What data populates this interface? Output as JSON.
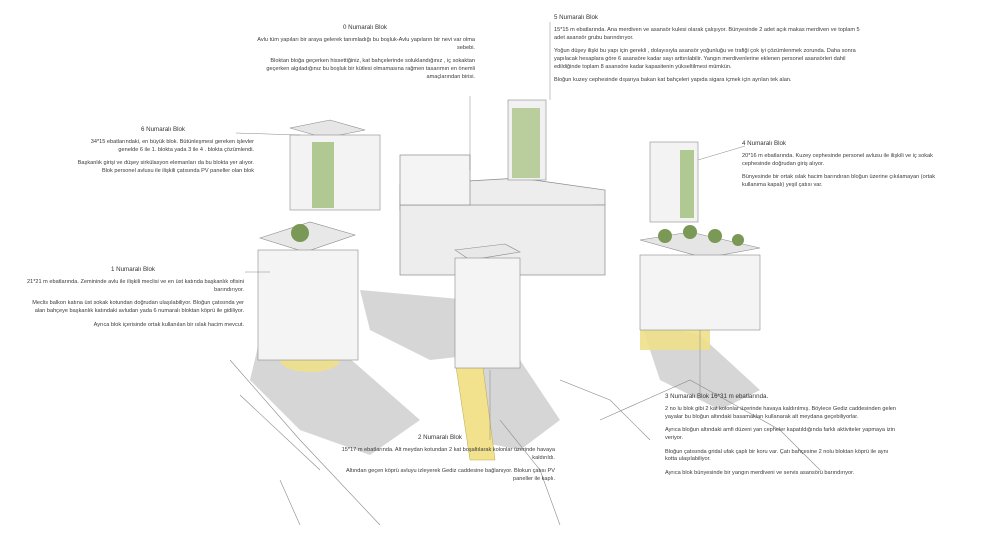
{
  "blocks": {
    "b0": {
      "title": "0 Numaralı Blok",
      "p1": "Avlu tüm yapıları bir araya gelerek tanımladığı bu boşluk-Avlu yapıların bir nevi var olma sebebi.",
      "p2": "Bloktan bloğa geçerken hissettiğiniz, kat bahçelerinde soluklandığınız , iç sokaktan geçerken algıladığınız bu boşluk bir kütlesi olmamasına rağmen tasarımın en önemli amaçlarından birisi."
    },
    "b5": {
      "title": "5 Numaralı Blok",
      "p1": "15*15 m ebatlarında. Ana merdiven ve asansör kulesi olarak çalışıyor. Bünyesinde 2 adet açık makas merdiven ve toplam 5 adet asansör grubu barındırıyor.",
      "p2": "Yoğun düşey ilişki bu yapı için gerekli , dolayısıyla asansör yoğunluğu ve trafiği çok iyi çözümlenmek zorunda. Daha sonra yapılacak hesaplara göre 6 asansöre kadar sayı arttırılabilir. Yangın merdivenlerine eklenen personel asansörleri dahil edildiğinde toplam 8 asansöre kadar kapasitenin yükseltilmesi mümkün.",
      "p3": "Bloğun kuzey cephesinde dışarıya bakan kat bahçeleri yapıda sigara içmek için ayrılan tek alan."
    },
    "b6": {
      "title": "6 Numaralı Blok",
      "p1": "34*15 ebatlarındaki, en büyük blok. Bütünleşmesi gereken işlevler genelde 6 ile 1. blokta yada 3 ile 4 . blokta çözümlendi.",
      "p2": "Başkanlık girişi ve düşey sirkülasyon elemanları da bu blokta yer alıyor. Blok personel avlusu ile ilişkili çatısında PV paneller olan blok"
    },
    "b4": {
      "title": "4 Numaralı Blok",
      "p1": "20*16 m ebatlarında. Kuzey cephesinde personel avlusu ile ilişkili ve iç sokak cephesinde doğrudan giriş alıyor.",
      "p2": "Bünyesinde bir ortak ıslak hacim barındıran bloğun üzerine çıkılamayan (ortak kullanıma kapalı) yeşil çatısı var."
    },
    "b1": {
      "title": "1 Numaralı Blok",
      "p1": "21*21 m ebatlarında. Zemininde avlu ile ilişkili meclisi ve en üst katında başkanlık ofisini barındırıyor.",
      "p2": "Meclis balkon katına üst sokak kotundan doğrudan ulaşılabiliyor. Bloğun çatısında yer alan bahçeye başkanlık katındaki avludan yada 6 numaralı bloktan köprü ile gidiliyor.",
      "p3": "Ayrıca blok içerisinde ortak kullanılan bir ıslak hacim mevcut."
    },
    "b2": {
      "title": "2 Numaralı Blok",
      "p1": "15*17 m ebatlarında. Alt meydan kotundan 2 kat boşaltılarak kolonlar üzerinde havaya kaldırıldı.",
      "p2": "Altından geçen köprü avluyu izleyerek Gediz caddesine bağlanıyor. Blokun çatısı PV paneller ile kaplı."
    },
    "b3": {
      "title": "3 Numaralı Blok 16*31 m ebatlarında.",
      "p1": "2 no lu blok gibi 2 kat kolonlar üzerinde havaya kaldırılmış. Böylece Gediz caddesinden gelen yayalar bu bloğun altındaki basamakları kullanarak alt meydana geçebiliyorlar.",
      "p2": "Ayrıca bloğun altındaki amfi düzeni yan cepheler kapatıldığında farklı aktiviteler yapmaya izin veriyor.",
      "p3": "Bloğun çatısında gridal ufak çaplı bir koru var. Çatı bahçesine 2 nolu bloktan köprü ile aynı kotta ulaşılabiliyor.",
      "p4": "Ayrıca blok bünyesinde bir yangın merdiveni ve servis asansörü barındırıyor."
    }
  },
  "colors": {
    "line": "#7a7a7a",
    "facade": "#f2f2f2",
    "facade_line": "#9a9a9a",
    "green": "#8fb06a",
    "tree": "#6e8a4c",
    "yellow": "#f0e08a",
    "shadow": "#c9c9c9",
    "mass": "#ececec"
  }
}
